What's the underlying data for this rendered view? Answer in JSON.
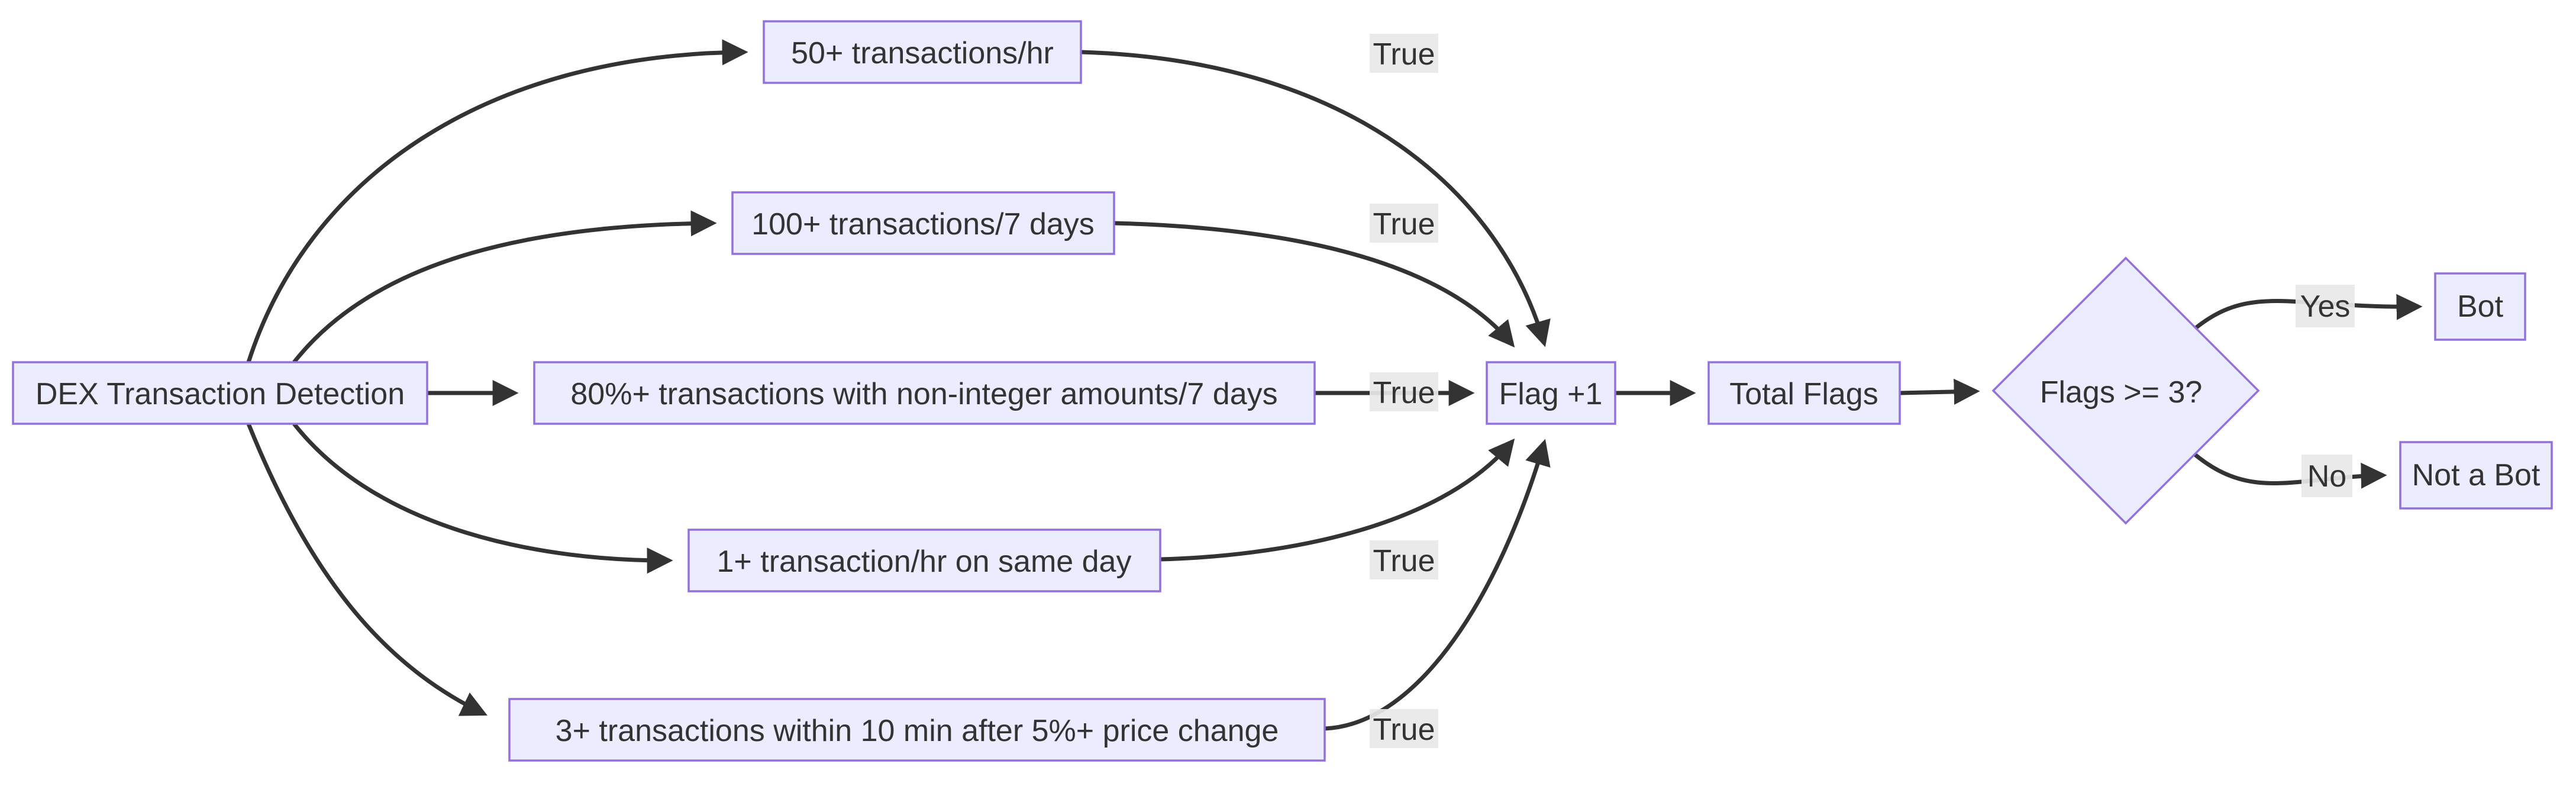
{
  "diagram": {
    "type": "flowchart",
    "direction": "left-to-right",
    "colors": {
      "background": "#ffffff",
      "node_fill": "#ECECFF",
      "node_border": "#9370DB",
      "edge_color": "#333333",
      "text_color": "#333333",
      "edge_label_background": "#e8e8e8"
    },
    "nodes": {
      "start": {
        "label": "DEX Transaction Detection",
        "shape": "rectangle"
      },
      "cond1": {
        "label": "50+ transactions/hr",
        "shape": "rectangle"
      },
      "cond2": {
        "label": "100+ transactions/7 days",
        "shape": "rectangle"
      },
      "cond3": {
        "label": "80%+ transactions with non-integer amounts/7 days",
        "shape": "rectangle"
      },
      "cond4": {
        "label": "1+ transaction/hr on same day",
        "shape": "rectangle"
      },
      "cond5": {
        "label": "3+ transactions within 10 min after 5%+ price change",
        "shape": "rectangle"
      },
      "flag": {
        "label": "Flag +1",
        "shape": "rectangle"
      },
      "total": {
        "label": "Total Flags",
        "shape": "rectangle"
      },
      "decision": {
        "label": "Flags >= 3?",
        "shape": "diamond"
      },
      "bot": {
        "label": "Bot",
        "shape": "rectangle"
      },
      "not_bot": {
        "label": "Not a Bot",
        "shape": "rectangle"
      }
    },
    "edges": [
      {
        "from": "start",
        "to": "cond1",
        "label": ""
      },
      {
        "from": "start",
        "to": "cond2",
        "label": ""
      },
      {
        "from": "start",
        "to": "cond3",
        "label": ""
      },
      {
        "from": "start",
        "to": "cond4",
        "label": ""
      },
      {
        "from": "start",
        "to": "cond5",
        "label": ""
      },
      {
        "from": "cond1",
        "to": "flag",
        "label": "True"
      },
      {
        "from": "cond2",
        "to": "flag",
        "label": "True"
      },
      {
        "from": "cond3",
        "to": "flag",
        "label": "True"
      },
      {
        "from": "cond4",
        "to": "flag",
        "label": "True"
      },
      {
        "from": "cond5",
        "to": "flag",
        "label": "True"
      },
      {
        "from": "flag",
        "to": "total",
        "label": ""
      },
      {
        "from": "total",
        "to": "decision",
        "label": ""
      },
      {
        "from": "decision",
        "to": "bot",
        "label": "Yes"
      },
      {
        "from": "decision",
        "to": "not_bot",
        "label": "No"
      }
    ]
  }
}
